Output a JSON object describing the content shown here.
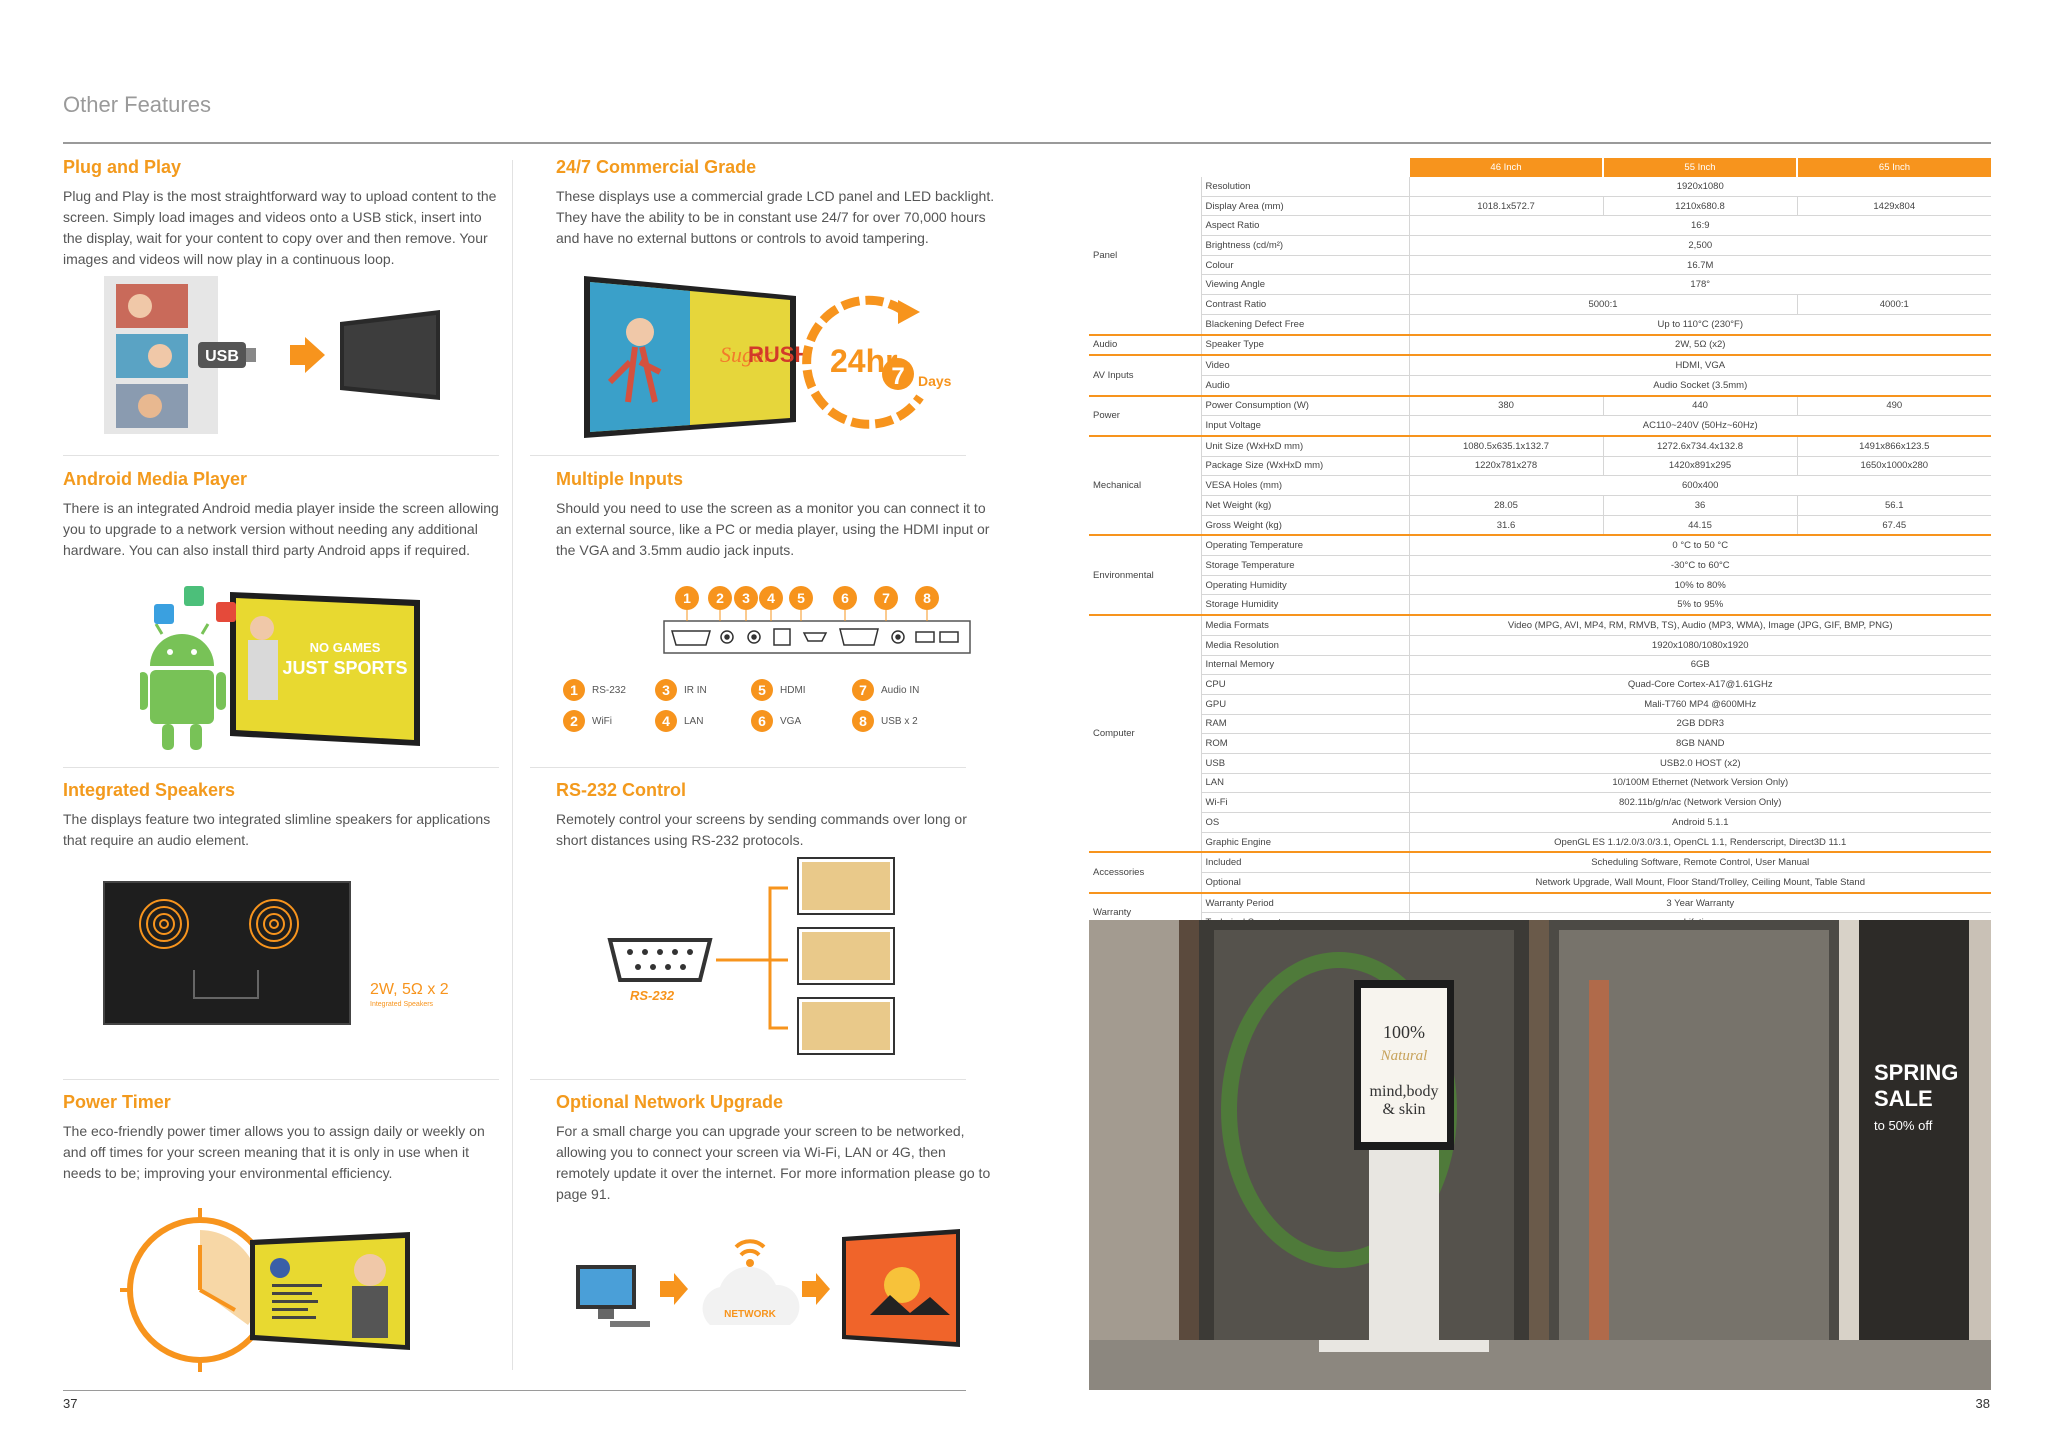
{
  "page": {
    "title": "Other Features",
    "left_page_number": "37",
    "right_page_number": "38"
  },
  "features": [
    {
      "id": "plug-and-play",
      "title": "Plug and Play",
      "body": "Plug and Play is the most straightforward way to upload content to the screen. Simply load images and videos onto a USB stick, insert into the display, wait for your content to copy over and then remove. Your images and videos will now play in a continuous loop."
    },
    {
      "id": "commercial-grade",
      "title": "24/7 Commercial Grade",
      "body": "These displays use a commercial grade LCD panel and LED backlight. They have the ability to be in constant use 24/7 for over 70,000 hours and have no external buttons or controls to avoid tampering."
    },
    {
      "id": "android-media-player",
      "title": "Android Media Player",
      "body": "There is an integrated Android media player inside the screen allowing you to upgrade to a network version without needing any additional hardware. You can also install third party Android apps if required."
    },
    {
      "id": "multiple-inputs",
      "title": "Multiple Inputs",
      "body": "Should you need to use the screen as a monitor you can connect it to an external source, like a PC or media player, using the HDMI input or the VGA and 3.5mm audio jack inputs."
    },
    {
      "id": "integrated-speakers",
      "title": "Integrated Speakers",
      "body": "The displays feature two integrated slimline speakers for applications that require an audio element."
    },
    {
      "id": "rs232-control",
      "title": "RS-232 Control",
      "body": "Remotely control your screens by sending commands over long or short distances using RS-232 protocols."
    },
    {
      "id": "power-timer",
      "title": "Power Timer",
      "body": "The eco-friendly power timer allows you to assign daily or weekly on and off times for your screen meaning that it is only in use when it needs to be; improving your environmental efficiency."
    },
    {
      "id": "network-upgrade",
      "title": "Optional Network Upgrade",
      "body": "For a small charge you can upgrade your screen to be networked, allowing you to connect your screen via Wi-Fi, LAN or 4G, then remotely update it over the internet. For more information please go to page 91."
    }
  ],
  "illustrations": {
    "usb_label": "USB",
    "hours_label": "24hr",
    "days_number": "7",
    "days_label": "Days",
    "screen_brand_a": "Sugar",
    "screen_brand_b": "RUSH",
    "android_screen_line1": "NO GAMES",
    "android_screen_line2": "JUST SPORTS",
    "speaker_rating": "2W, 5Ω x 2",
    "speaker_caption": "Integrated Speakers",
    "rs232_label": "RS-232",
    "network_label": "NETWORK",
    "port_numbers": [
      "1",
      "2",
      "3",
      "4",
      "5",
      "6",
      "7",
      "8"
    ],
    "port_legend": [
      {
        "num": "1",
        "label": "RS-232"
      },
      {
        "num": "2",
        "label": "WiFi"
      },
      {
        "num": "3",
        "label": "IR IN"
      },
      {
        "num": "4",
        "label": "LAN"
      },
      {
        "num": "5",
        "label": "HDMI"
      },
      {
        "num": "6",
        "label": "VGA"
      },
      {
        "num": "7",
        "label": "Audio IN"
      },
      {
        "num": "8",
        "label": "USB x 2"
      }
    ],
    "store_sign_line1": "100%",
    "store_sign_line2": "Natural",
    "store_sign_line3": "mind,body",
    "store_sign_line4": "& skin",
    "spring_sale_line1": "SPRING",
    "spring_sale_line2": "SALE",
    "spring_sale_line3": "to 50% off"
  },
  "spec_table": {
    "headers": [
      "46 Inch",
      "55 Inch",
      "65 Inch"
    ],
    "groups": [
      {
        "category": "Panel",
        "rows": [
          {
            "label": "Resolution",
            "cells": [
              {
                "v": "1920x1080",
                "span": 3
              }
            ]
          },
          {
            "label": "Display Area (mm)",
            "cells": [
              {
                "v": "1018.1x572.7",
                "span": 1
              },
              {
                "v": "1210x680.8",
                "span": 1
              },
              {
                "v": "1429x804",
                "span": 1
              }
            ]
          },
          {
            "label": "Aspect Ratio",
            "cells": [
              {
                "v": "16:9",
                "span": 3
              }
            ]
          },
          {
            "label": "Brightness (cd/m²)",
            "cells": [
              {
                "v": "2,500",
                "span": 3
              }
            ]
          },
          {
            "label": "Colour",
            "cells": [
              {
                "v": "16.7M",
                "span": 3
              }
            ]
          },
          {
            "label": "Viewing Angle",
            "cells": [
              {
                "v": "178°",
                "span": 3
              }
            ]
          },
          {
            "label": "Contrast Ratio",
            "cells": [
              {
                "v": "5000:1",
                "span": 2
              },
              {
                "v": "4000:1",
                "span": 1
              }
            ]
          },
          {
            "label": "Blackening Defect Free",
            "cells": [
              {
                "v": "Up to 110°C (230°F)",
                "span": 3
              }
            ]
          }
        ]
      },
      {
        "category": "Audio",
        "rows": [
          {
            "label": "Speaker Type",
            "cells": [
              {
                "v": "2W, 5Ω (x2)",
                "span": 3
              }
            ]
          }
        ]
      },
      {
        "category": "AV Inputs",
        "rows": [
          {
            "label": "Video",
            "cells": [
              {
                "v": "HDMI, VGA",
                "span": 3
              }
            ]
          },
          {
            "label": "Audio",
            "cells": [
              {
                "v": "Audio Socket (3.5mm)",
                "span": 3
              }
            ]
          }
        ]
      },
      {
        "category": "Power",
        "rows": [
          {
            "label": "Power Consumption (W)",
            "cells": [
              {
                "v": "380",
                "span": 1
              },
              {
                "v": "440",
                "span": 1
              },
              {
                "v": "490",
                "span": 1
              }
            ]
          },
          {
            "label": "Input Voltage",
            "cells": [
              {
                "v": "AC110~240V (50Hz~60Hz)",
                "span": 3
              }
            ]
          }
        ]
      },
      {
        "category": "Mechanical",
        "rows": [
          {
            "label": "Unit Size (WxHxD mm)",
            "cells": [
              {
                "v": "1080.5x635.1x132.7",
                "span": 1
              },
              {
                "v": "1272.6x734.4x132.8",
                "span": 1
              },
              {
                "v": "1491x866x123.5",
                "span": 1
              }
            ]
          },
          {
            "label": "Package Size (WxHxD mm)",
            "cells": [
              {
                "v": "1220x781x278",
                "span": 1
              },
              {
                "v": "1420x891x295",
                "span": 1
              },
              {
                "v": "1650x1000x280",
                "span": 1
              }
            ]
          },
          {
            "label": "VESA Holes (mm)",
            "cells": [
              {
                "v": "600x400",
                "span": 3
              }
            ]
          },
          {
            "label": "Net Weight (kg)",
            "cells": [
              {
                "v": "28.05",
                "span": 1
              },
              {
                "v": "36",
                "span": 1
              },
              {
                "v": "56.1",
                "span": 1
              }
            ]
          },
          {
            "label": "Gross Weight (kg)",
            "cells": [
              {
                "v": "31.6",
                "span": 1
              },
              {
                "v": "44.15",
                "span": 1
              },
              {
                "v": "67.45",
                "span": 1
              }
            ]
          }
        ]
      },
      {
        "category": "Environmental",
        "rows": [
          {
            "label": "Operating Temperature",
            "cells": [
              {
                "v": "0 °C to 50 °C",
                "span": 3
              }
            ]
          },
          {
            "label": "Storage Temperature",
            "cells": [
              {
                "v": "-30°C to 60°C",
                "span": 3
              }
            ]
          },
          {
            "label": "Operating Humidity",
            "cells": [
              {
                "v": "10% to 80%",
                "span": 3
              }
            ]
          },
          {
            "label": "Storage Humidity",
            "cells": [
              {
                "v": "5% to 95%",
                "span": 3
              }
            ]
          }
        ]
      },
      {
        "category": "Computer",
        "rows": [
          {
            "label": "Media Formats",
            "cells": [
              {
                "v": "Video (MPG, AVI, MP4, RM, RMVB, TS), Audio (MP3, WMA), Image (JPG, GIF, BMP, PNG)",
                "span": 3
              }
            ]
          },
          {
            "label": "Media Resolution",
            "cells": [
              {
                "v": "1920x1080/1080x1920",
                "span": 3
              }
            ]
          },
          {
            "label": "Internal Memory",
            "cells": [
              {
                "v": "6GB",
                "span": 3
              }
            ]
          },
          {
            "label": "CPU",
            "cells": [
              {
                "v": "Quad-Core Cortex-A17@1.61GHz",
                "span": 3
              }
            ]
          },
          {
            "label": "GPU",
            "cells": [
              {
                "v": "Mali-T760 MP4 @600MHz",
                "span": 3
              }
            ]
          },
          {
            "label": "RAM",
            "cells": [
              {
                "v": "2GB DDR3",
                "span": 3
              }
            ]
          },
          {
            "label": "ROM",
            "cells": [
              {
                "v": "8GB NAND",
                "span": 3
              }
            ]
          },
          {
            "label": "USB",
            "cells": [
              {
                "v": "USB2.0 HOST (x2)",
                "span": 3
              }
            ]
          },
          {
            "label": "LAN",
            "cells": [
              {
                "v": "10/100M Ethernet (Network Version Only)",
                "span": 3
              }
            ]
          },
          {
            "label": "Wi-Fi",
            "cells": [
              {
                "v": "802.11b/g/n/ac (Network Version Only)",
                "span": 3
              }
            ]
          },
          {
            "label": "OS",
            "cells": [
              {
                "v": "Android 5.1.1",
                "span": 3
              }
            ]
          },
          {
            "label": "Graphic Engine",
            "cells": [
              {
                "v": "OpenGL ES 1.1/2.0/3.0/3.1, OpenCL 1.1, Renderscript, Direct3D 11.1",
                "span": 3
              }
            ]
          }
        ]
      },
      {
        "category": "Accessories",
        "rows": [
          {
            "label": "Included",
            "cells": [
              {
                "v": "Scheduling Software, Remote Control, User Manual",
                "span": 3
              }
            ]
          },
          {
            "label": "Optional",
            "cells": [
              {
                "v": "Network Upgrade, Wall Mount, Floor Stand/Trolley, Ceiling Mount, Table Stand",
                "span": 3
              }
            ]
          }
        ]
      },
      {
        "category": "Warranty",
        "rows": [
          {
            "label": "Warranty Period",
            "cells": [
              {
                "v": "3 Year Warranty",
                "span": 3
              }
            ]
          },
          {
            "label": "Technical Support",
            "cells": [
              {
                "v": "Lifetime",
                "span": 3
              }
            ]
          }
        ]
      }
    ]
  },
  "colors": {
    "accent": "#f7941d",
    "heading": "#f39a1d",
    "text": "#555555",
    "rule": "#9a9a9a"
  }
}
